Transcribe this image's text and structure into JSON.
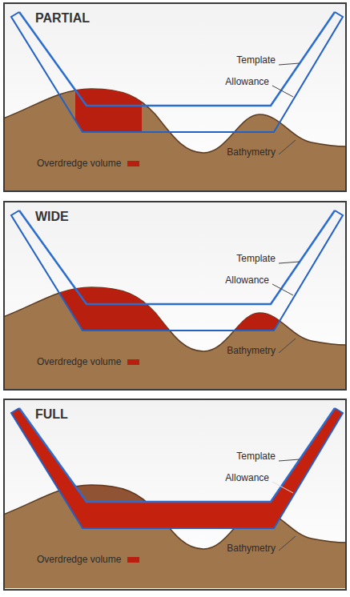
{
  "diagram": {
    "nodes": [
      {
        "text": [
          "PARTIAL"
        ]
      },
      {
        "text": [
          "WIDE"
        ]
      },
      {
        "text": [
          "FULL"
        ]
      }
    ],
    "labels": [
      "Template",
      "Allowance",
      "Bathymetry",
      "Template",
      "Allowance",
      "Bathymetry",
      "Template",
      "Allowance",
      "Bathymetry"
    ],
    "legend": [
      {
        "text": "Overdredge volume",
        "color": "#b81f0e"
      },
      {
        "text": "Overdredge volume",
        "color": "#b81f0e"
      },
      {
        "text": "Overdredge volume",
        "color": "#b81f0e"
      }
    ]
  }
}
